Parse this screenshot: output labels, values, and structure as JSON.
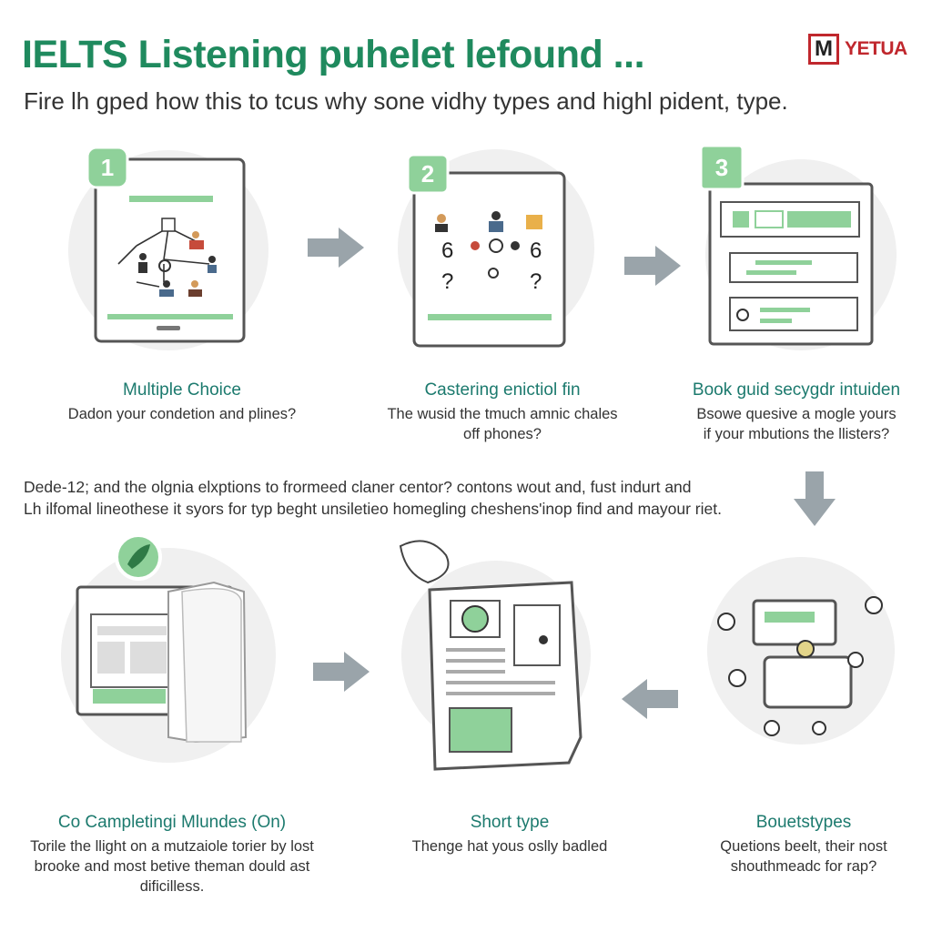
{
  "header": {
    "title": "IELTS Listening puhelet lefound ...",
    "subtitle": "Fire lh gped how this to tcus why sone vidhy types and highl pident, type."
  },
  "logo": {
    "mark": "M",
    "text": "YETUA",
    "color": "#c0272d"
  },
  "colors": {
    "accent": "#1f8a5e",
    "green_light": "#8fd19a",
    "arrow": "#9aa4aa"
  },
  "steps": [
    {
      "number": "1",
      "title": "Multiple Choice",
      "lines": [
        "Dadon your condetion and plines?"
      ]
    },
    {
      "number": "2",
      "title": "Castering enictiol fin",
      "lines": [
        "The wusid the tmuch amnic chales",
        "off phones?"
      ]
    },
    {
      "number": "3",
      "title": "Book guid secygdr intuiden",
      "lines": [
        "Bsowe quesive a mogle yours",
        "if your mbutions the llisters?"
      ]
    }
  ],
  "diagram1": {
    "glyphs": [
      "6",
      "6",
      "?",
      "?"
    ]
  },
  "middle_note": {
    "line1": "Dede-12; and the olgnia elxptions to frormeed claner centor? contons wout and, fust indurt and",
    "line2": "Lh ilfomal lineothese it syors for typ beght unsiletieo homegling cheshens'inop find and mayour riet."
  },
  "bottom": [
    {
      "title": "Co Campletingi Mlundes (On)",
      "lines": [
        "Torile the llight on a mutzaiole torier by lost",
        "brooke and most betive theman dould ast",
        "dificilless."
      ]
    },
    {
      "title": "Short type",
      "lines": [
        "Thenge hat yous oslly badled"
      ]
    },
    {
      "title": "Bouetstypes",
      "lines": [
        "Quetions beelt, their nost",
        "shouthmeadc for rap?"
      ]
    }
  ]
}
